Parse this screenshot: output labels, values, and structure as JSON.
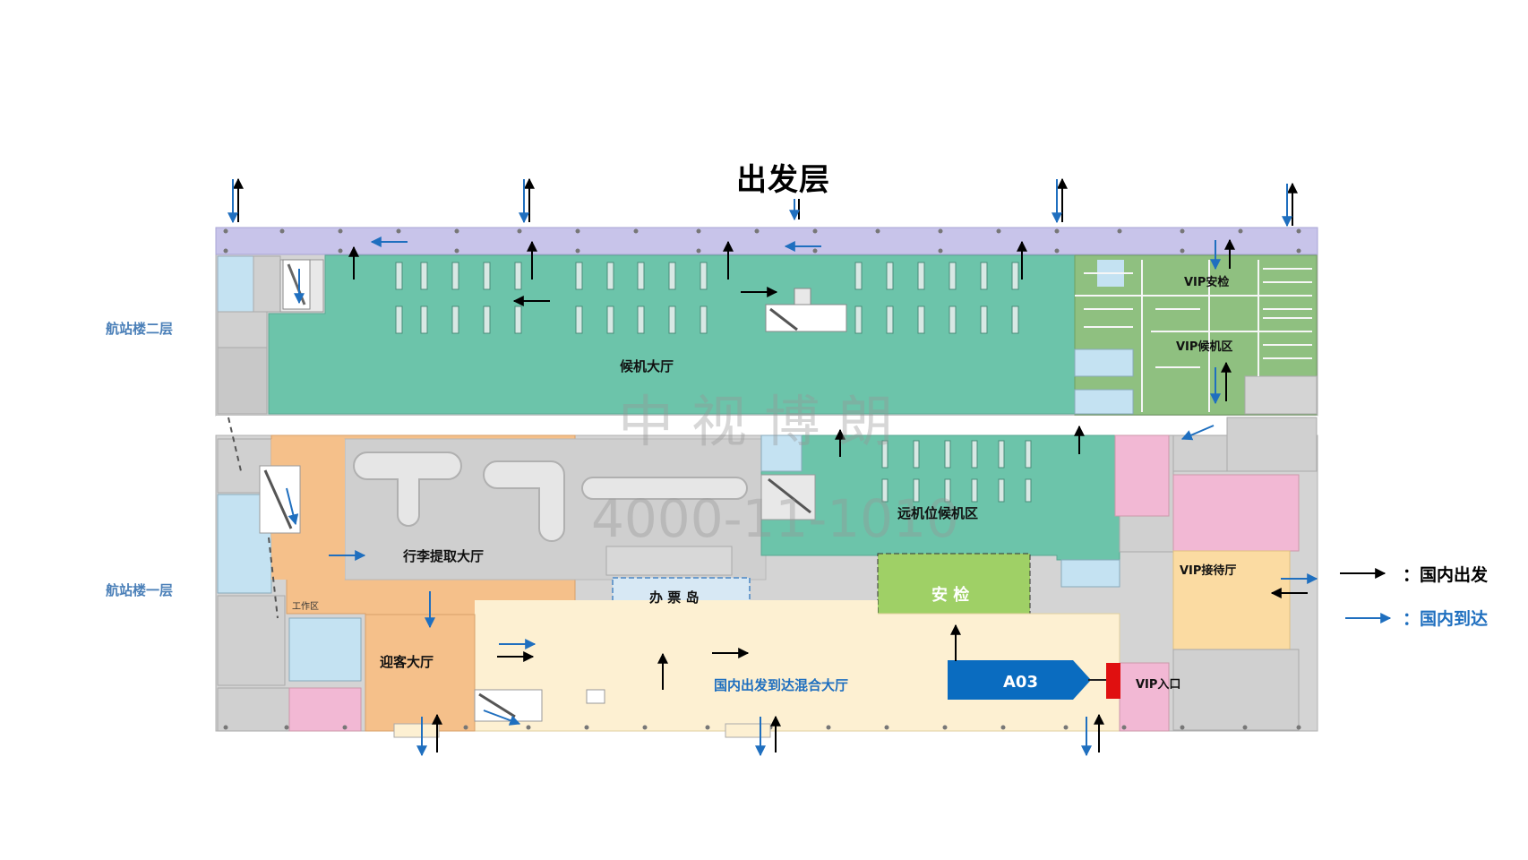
{
  "title": "出发层",
  "side_labels": {
    "upper": "航站楼二层",
    "lower": "航站楼一层"
  },
  "zones": {
    "waiting_hall": "候机大厅",
    "vip_security": "VIP安检",
    "vip_waiting": "VIP候机区",
    "remote_waiting": "远机位候机区",
    "baggage_claim": "行李提取大厅",
    "ticket_island": "办 票 岛",
    "security": "安 检",
    "vip_reception": "VIP接待厅",
    "meeting_hall": "迎客大厅",
    "mixed_hall": "国内出发到达混合大厅",
    "work_area": "工作区",
    "vip_entrance": "VIP入口",
    "ad_spot": "A03"
  },
  "legend": {
    "departure": "：国内出发",
    "arrival": "：国内到达",
    "departure_color": "#000000",
    "arrival_color": "#1f6fbf"
  },
  "watermark": {
    "line1": "中 视 博 朗",
    "line2": "4000-11-1010"
  },
  "colors": {
    "teal": "#6cc4aa",
    "vip_green": "#8fc080",
    "orange": "#f5c08a",
    "cream": "#fdf0d2",
    "grey": "#d0d0d0",
    "lavender": "#c8c4ea",
    "pink": "#f2b8d4",
    "light_blue": "#c4e2f2",
    "security_green": "#9fd066",
    "ad_blue": "#0a6cc0",
    "vip_red": "#e01010"
  },
  "icons": [
    "arrow-up-icon",
    "arrow-down-icon",
    "arrow-left-icon",
    "arrow-right-icon",
    "escalator-icon"
  ]
}
